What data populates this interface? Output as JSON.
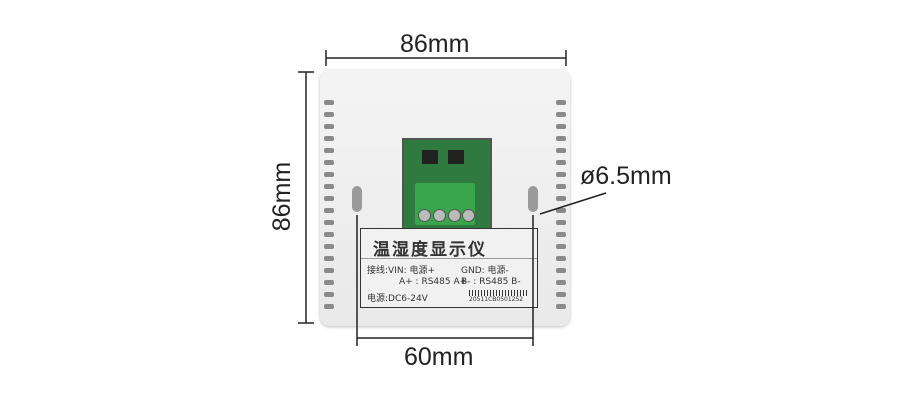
{
  "dimensions": {
    "width": "86mm",
    "height": "86mm",
    "hole_spacing": "60mm",
    "hole_diameter": "ø6.5mm"
  },
  "label": {
    "title": "温湿度显示仪",
    "wiring_prefix": "接线:VIN: 电源+",
    "gnd": "GND: 电源-",
    "a_plus": "A+ : RS485 A+",
    "b_minus": "B- : RS485 B-",
    "power": "电源:DC6-24V",
    "serial": "20511CB0501252"
  },
  "colors": {
    "pcb": "#2f7a3e",
    "terminal": "#3aa64c",
    "device": "#f0f0f0"
  }
}
